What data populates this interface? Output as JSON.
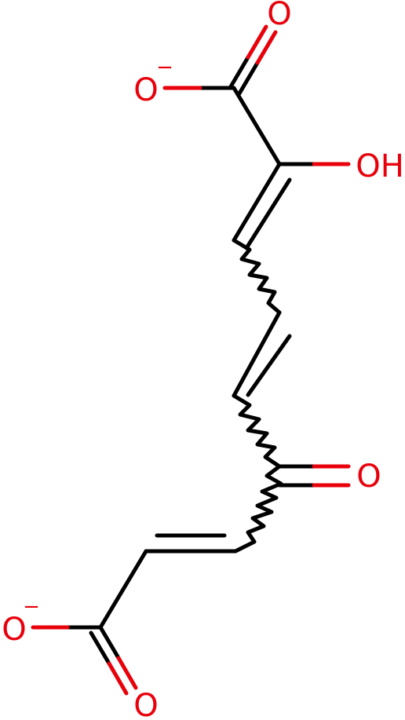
{
  "colors": {
    "bond": "#000000",
    "heteroatom": "#e8000b",
    "background": "#ffffff"
  },
  "atoms": {
    "o_top": "O",
    "o_minus_top": "O",
    "charge_top": "−",
    "oh": "OH",
    "o_ketone": "O",
    "o_minus_bottom": "O",
    "charge_bottom": "−",
    "o_bottom": "O"
  }
}
